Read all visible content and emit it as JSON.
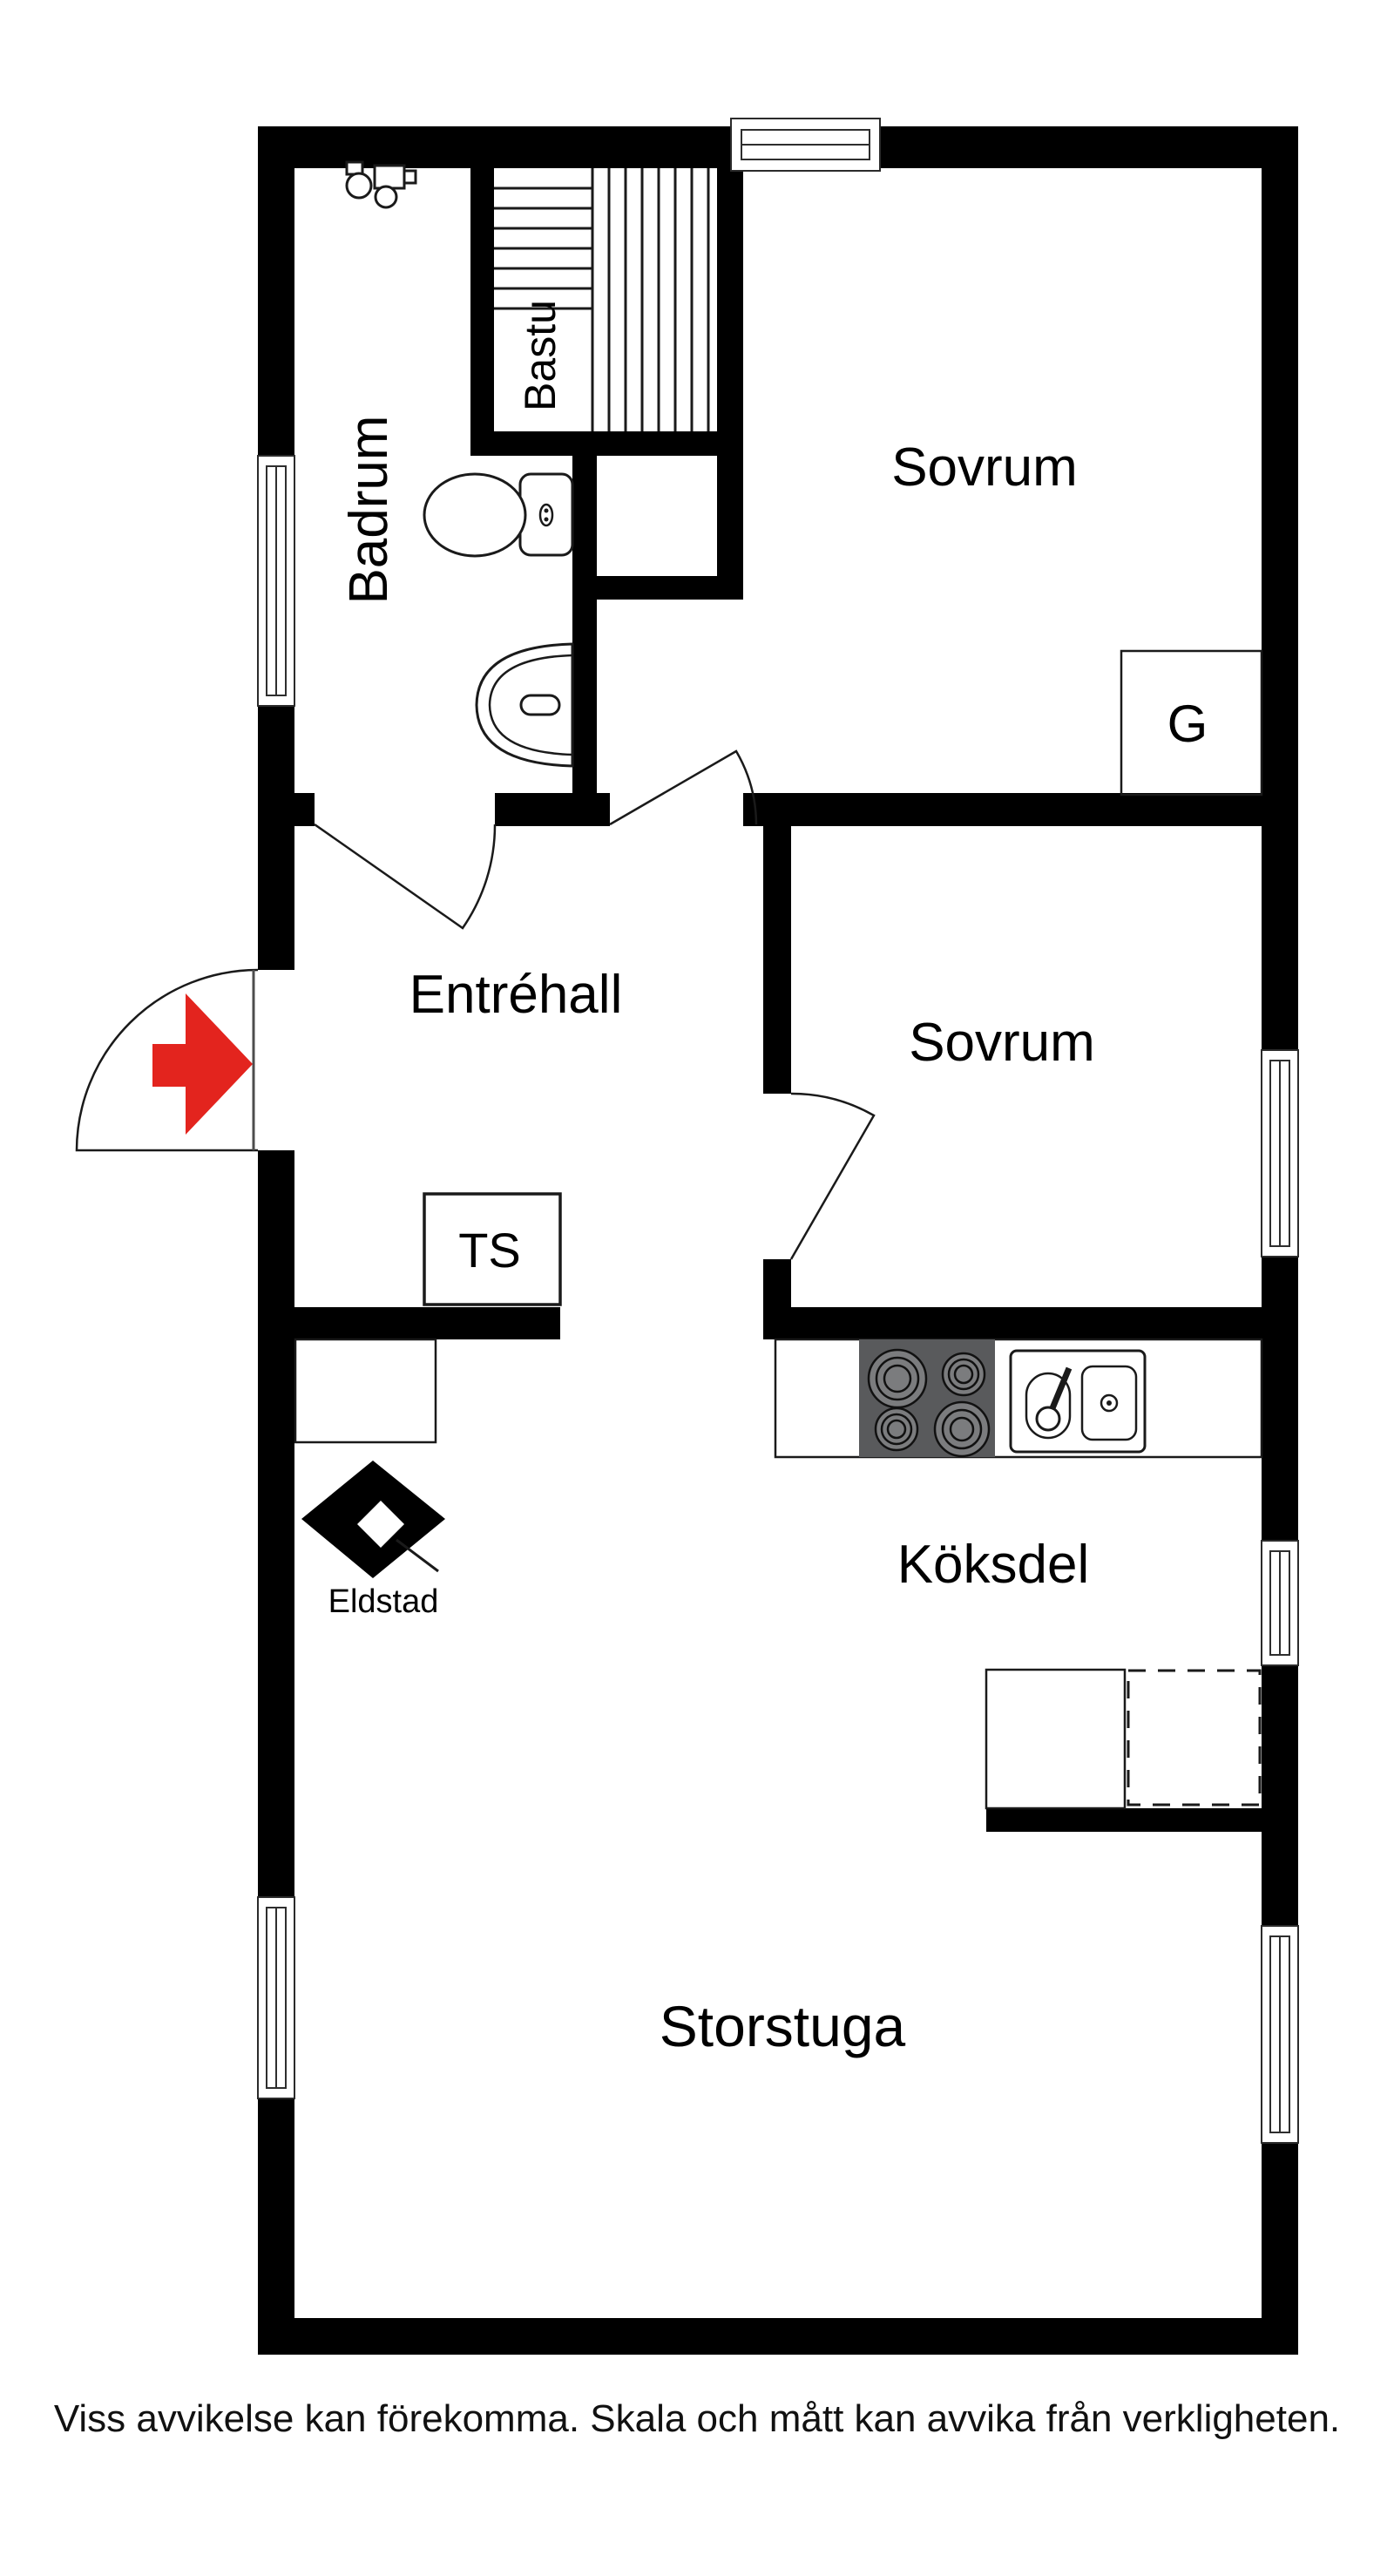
{
  "colors": {
    "wall": "#000000",
    "entrance_arrow_red": "#e3241e",
    "stove_gray": "#595a5c",
    "burner_gray": "#7b7c7e"
  },
  "rooms": {
    "badrum": {
      "label": "Badrum"
    },
    "bastu": {
      "label": "Bastu"
    },
    "sovrum_top": {
      "label": "Sovrum"
    },
    "sovrum_middle": {
      "label": "Sovrum"
    },
    "entrehall": {
      "label": "Entréhall"
    },
    "koksdel": {
      "label": "Köksdel"
    },
    "storstuga": {
      "label": "Storstuga"
    }
  },
  "markers": {
    "garderob": {
      "label": "G"
    },
    "torkskap": {
      "label": "TS"
    },
    "eldstad": {
      "label": "Eldstad"
    }
  },
  "icons": {
    "entrance_arrow": "entrance-arrow-icon",
    "shower_mixer": "shower-mixer-icon",
    "toilet": "toilet-icon",
    "washbasin": "washbasin-icon",
    "stove": "stove-icon",
    "kitchen_sink": "kitchen-sink-icon",
    "fireplace": "fireplace-icon",
    "sauna_benches": "sauna-bench-icon"
  },
  "footer": {
    "disclaimer": "Viss avvikelse kan förekomma. Skala och mått kan avvika från verkligheten."
  }
}
